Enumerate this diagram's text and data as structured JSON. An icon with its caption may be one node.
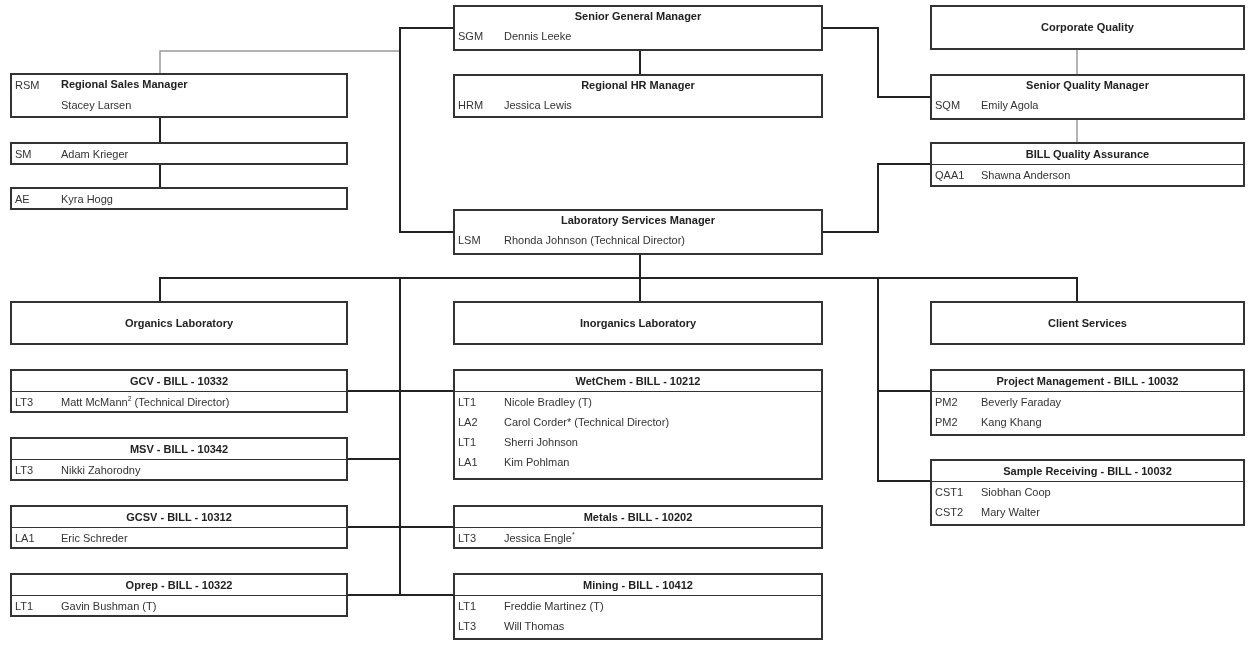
{
  "diagram": {
    "nodes": [
      {
        "text": [
          "Senior General Manager",
          "SGM",
          "Dennis Leeke"
        ]
      },
      {
        "text": [
          "Corporate Quality"
        ]
      },
      {
        "text": [
          "RSM",
          "Regional Sales Manager",
          "Stacey Larsen"
        ]
      },
      {
        "text": [
          "Regional HR Manager",
          "HRM",
          "Jessica Lewis"
        ]
      },
      {
        "text": [
          "Senior Quality Manager",
          "SQM",
          "Emily Agola"
        ]
      },
      {
        "text": [
          "SM",
          "Adam Krieger"
        ]
      },
      {
        "text": [
          "BILL Quality Assurance",
          "QAA1",
          "Shawna Anderson"
        ]
      },
      {
        "text": [
          "AE",
          "Kyra Hogg"
        ]
      },
      {
        "text": [
          "Laboratory Services Manager",
          "LSM",
          "Rhonda Johnson (Technical Director)"
        ]
      },
      {
        "text": [
          "Organics Laboratory"
        ]
      },
      {
        "text": [
          "Inorganics Laboratory"
        ]
      },
      {
        "text": [
          "Client Services"
        ]
      },
      {
        "text": [
          "GCV - BILL - 10332",
          "LT3",
          "Matt McMann$^{2}$ (Technical Director)"
        ]
      },
      {
        "text": [
          "WetChem - BILL - 10212",
          "LT1",
          "Nicole Bradley (T)",
          "LA2",
          "Carol Corder* (Technical Director)",
          "LT1",
          "Sherri Johnson",
          "LA1",
          "Kim Pohlman"
        ]
      },
      {
        "text": [
          "Project Management - BILL - 10032",
          "PM2",
          "Beverly Faraday",
          "PM2",
          "Kang Khang"
        ]
      },
      {
        "text": [
          "MSV - BILL - 10342",
          "LT3",
          "Nikki Zahorodny"
        ]
      },
      {
        "text": [
          "Sample Receiving - BILL - 10032",
          "CST1",
          "Siobhan Coop",
          "CST2",
          "Mary Walter"
        ]
      },
      {
        "text": [
          "GCSV - BILL - 10312",
          "LA1",
          "Eric Schreder"
        ]
      },
      {
        "text": [
          "Metals - BILL - 10202",
          "LT3",
          "Jessica Engle$^{*}$"
        ]
      },
      {
        "text": [
          "Oprep - BILL - 10322",
          "LT1",
          "Gavin Bushman (T)"
        ]
      },
      {
        "text": [
          "Mining - BILL - 10412",
          "LT1",
          "Freddie Martinez (T)",
          "LT3",
          "Will Thomas"
        ]
      }
    ],
    "edges": [
      {
        "from": 0,
        "to": 2,
        "arrow": "none",
        "color": "#9a9a9a"
      },
      {
        "from": 0,
        "to": 3,
        "arrow": "none"
      },
      {
        "from": 0,
        "to": 8,
        "arrow": "none"
      },
      {
        "from": 0,
        "to": 4,
        "arrow": "none"
      },
      {
        "from": 1,
        "to": 4,
        "arrow": "none",
        "color": "#9a9a9a"
      },
      {
        "from": 2,
        "to": 5,
        "arrow": "none"
      },
      {
        "from": 4,
        "to": 6,
        "arrow": "none",
        "color": "#9a9a9a"
      },
      {
        "from": 5,
        "to": 7,
        "arrow": "none"
      },
      {
        "from": 8,
        "to": 6,
        "arrow": "none"
      },
      {
        "from": 8,
        "to": 9,
        "arrow": "none"
      },
      {
        "from": 8,
        "to": 10,
        "arrow": "none"
      },
      {
        "from": 8,
        "to": 11,
        "arrow": "none"
      },
      {
        "from": 8,
        "to": 12,
        "arrow": "none"
      },
      {
        "from": 8,
        "to": 13,
        "arrow": "none"
      },
      {
        "from": 8,
        "to": 14,
        "arrow": "none"
      },
      {
        "from": 8,
        "to": 15,
        "arrow": "none"
      },
      {
        "from": 8,
        "to": 16,
        "arrow": "none"
      },
      {
        "from": 8,
        "to": 17,
        "arrow": "none"
      },
      {
        "from": 8,
        "to": 18,
        "arrow": "none"
      },
      {
        "from": 8,
        "to": 19,
        "arrow": "none"
      },
      {
        "from": 8,
        "to": 20,
        "arrow": "none"
      }
    ]
  }
}
